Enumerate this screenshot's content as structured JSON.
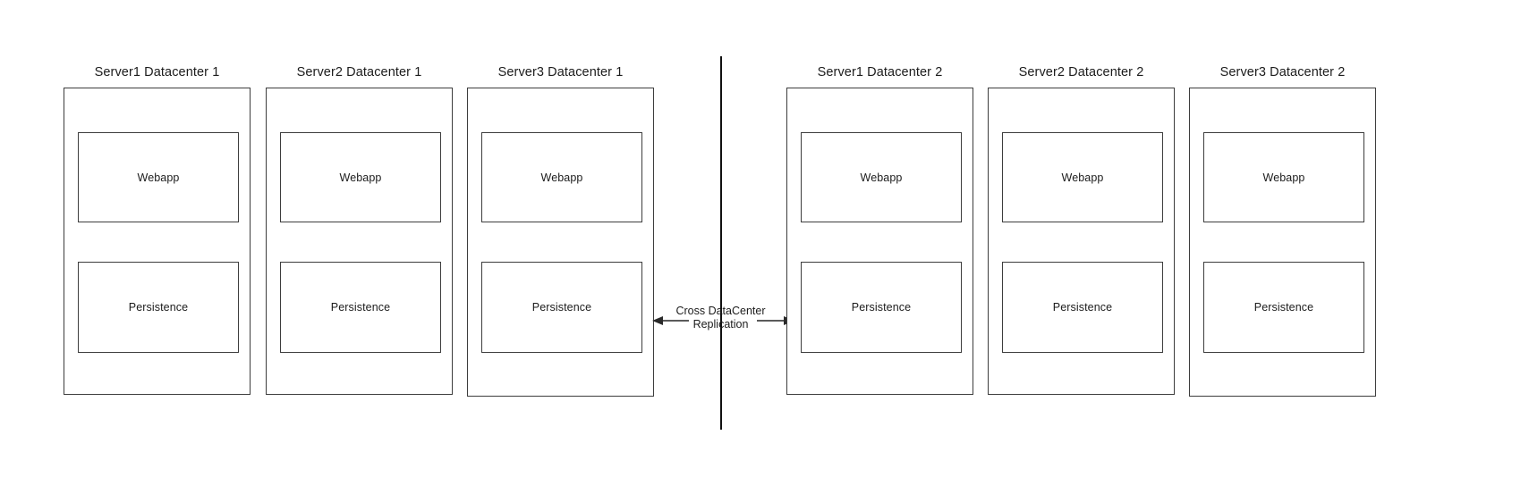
{
  "diagram": {
    "type": "architecture-diagram",
    "background_color": "#ffffff",
    "line_color": "#3d3d3d",
    "divider_color": "#111111",
    "text_color": "#1c1c1c",
    "datacenters": [
      {
        "name": "Datacenter 1",
        "servers": [
          {
            "title": "Server1 Datacenter 1",
            "components": [
              {
                "label": "Webapp"
              },
              {
                "label": "Persistence"
              }
            ]
          },
          {
            "title": "Server2 Datacenter 1",
            "components": [
              {
                "label": "Webapp"
              },
              {
                "label": "Persistence"
              }
            ]
          },
          {
            "title": "Server3 Datacenter 1",
            "components": [
              {
                "label": "Webapp"
              },
              {
                "label": "Persistence"
              }
            ]
          }
        ]
      },
      {
        "name": "Datacenter 2",
        "servers": [
          {
            "title": "Server1 Datacenter 2",
            "components": [
              {
                "label": "Webapp"
              },
              {
                "label": "Persistence"
              }
            ]
          },
          {
            "title": "Server2 Datacenter 2",
            "components": [
              {
                "label": "Webapp"
              },
              {
                "label": "Persistence"
              }
            ]
          },
          {
            "title": "Server3 Datacenter 2",
            "components": [
              {
                "label": "Webapp"
              },
              {
                "label": "Persistence"
              }
            ]
          }
        ]
      }
    ],
    "replication": {
      "label_line1": "Cross DataCenter",
      "label_line2": "Replication",
      "arrow_left": "left-arrow-icon",
      "arrow_right": "right-arrow-icon",
      "direction": "bidirectional"
    }
  }
}
